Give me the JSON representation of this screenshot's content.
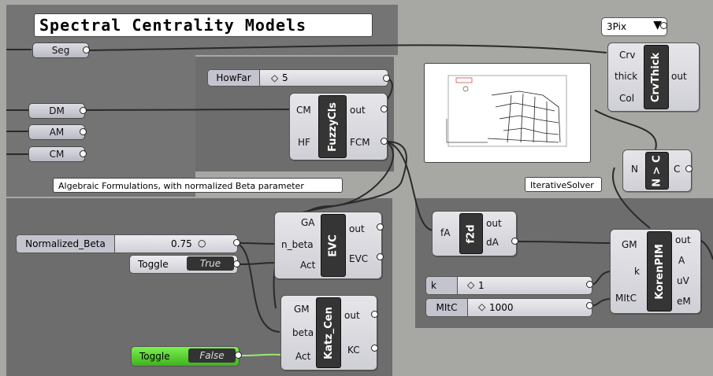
{
  "title": "Spectral Centrality Models",
  "params": {
    "seg": "Seg",
    "dm": "DM",
    "am": "AM",
    "cm": "CM"
  },
  "howfar": {
    "label": "HowFar",
    "value": "5"
  },
  "fuzzycls": {
    "name": "FuzzyCls",
    "in1": "CM",
    "in2": "HF",
    "out1": "out",
    "out2": "FCM"
  },
  "algebraic_label": "Algebraic Formulations, with normalized Beta parameter",
  "iterative_label": "IterativeSolver",
  "normalized_beta": {
    "label": "Normalized_Beta",
    "value": "0.75"
  },
  "toggle_true": {
    "label": "Toggle",
    "value": "True"
  },
  "toggle_false": {
    "label": "Toggle",
    "value": "False"
  },
  "evc": {
    "name": "EVC",
    "in1": "GA",
    "in2": "n_beta",
    "in3": "Act",
    "out1": "out",
    "out2": "EVC"
  },
  "katz": {
    "name": "Katz_Cen",
    "in1": "GM",
    "in2": "beta",
    "in3": "Act",
    "out1": "out",
    "out2": "KC"
  },
  "f2d": {
    "name": "f2d",
    "in1": "fA",
    "out1": "out",
    "out2": "dA"
  },
  "k_slider": {
    "label": "k",
    "value": "1"
  },
  "mitc_slider": {
    "label": "MItC",
    "value": "1000"
  },
  "koren": {
    "name": "KorenPIM",
    "in1": "GM",
    "in2": "k",
    "in3": "MItC",
    "out1": "out",
    "out2": "A",
    "out3": "uV",
    "out4": "eM"
  },
  "crvthick": {
    "name": "CrvThick",
    "in1": "Crv",
    "in2": "thick",
    "in3": "Col",
    "out1": "out"
  },
  "dropdown": {
    "value": "3Pix"
  },
  "nc": {
    "name": "N > C",
    "in1": "N",
    "out1": "C"
  },
  "colors": {
    "group": "#6d6d6d",
    "canvas": "#a7a7a4",
    "toggle_on": "#5fd13b"
  }
}
